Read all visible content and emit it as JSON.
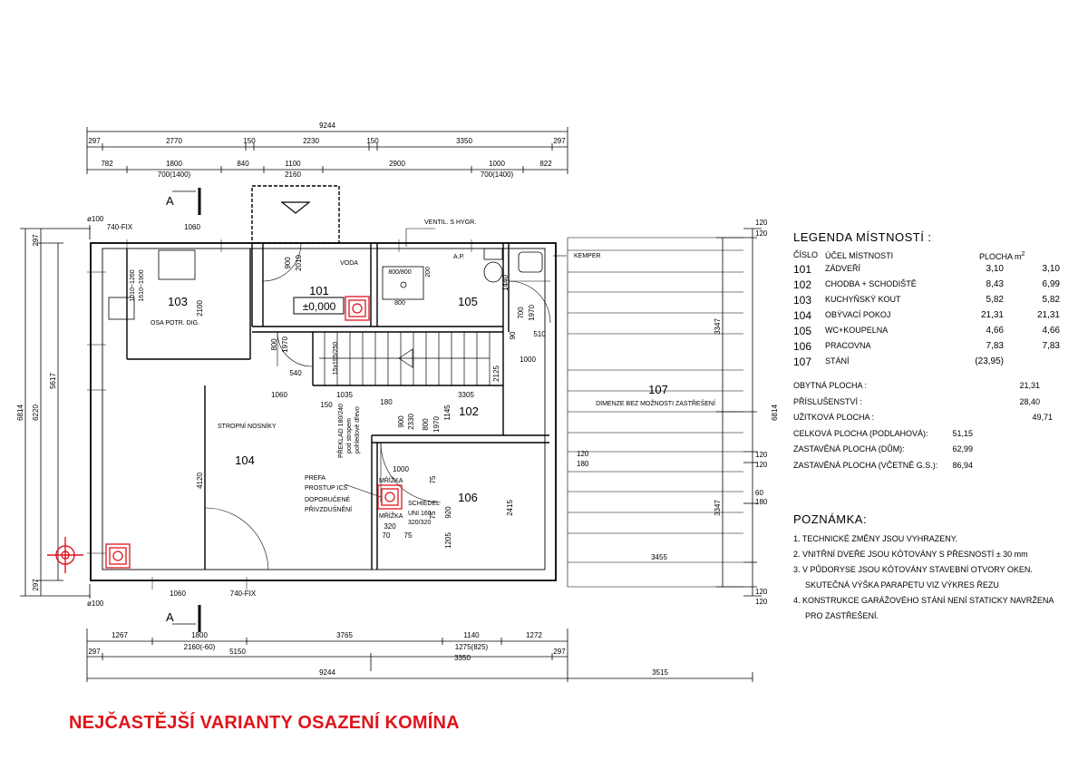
{
  "dims": {
    "top_total": "9244",
    "top_row1": [
      "297",
      "2770",
      "150",
      "2230",
      "150",
      "3350",
      "297"
    ],
    "top_row2": [
      "782",
      "1800",
      "840",
      "1100",
      "2900",
      "1000",
      "822"
    ],
    "top_row2_sub": [
      "700(1400)",
      "2160",
      "700(1400)"
    ],
    "left_outer": "6814",
    "left_mid": "6220",
    "left_inner": "5617",
    "left_small_top": "297",
    "left_small_bottom": "297",
    "right_outer": "6814",
    "right_upper": "3347",
    "right_lower": "3347",
    "right_small": [
      "120",
      "120",
      "120",
      "180",
      "120",
      "120",
      "60",
      "180",
      "120",
      "120"
    ],
    "bottom_row1": [
      "1267",
      "1800",
      "3765",
      "1140",
      "1272"
    ],
    "bottom_row1_sub": [
      "2160(-60)",
      "1275(825)"
    ],
    "bottom_row2": [
      "297",
      "5150",
      "3350",
      "297"
    ],
    "bottom_total": "9244",
    "bottom_extra": "3515",
    "interior": [
      "740-FIX",
      "1060",
      "900",
      "2010",
      "800",
      "1970",
      "540",
      "1060",
      "1035",
      "3305",
      "180",
      "150",
      "900",
      "2330",
      "800",
      "1970",
      "1145",
      "1000",
      "1440",
      "700",
      "1970",
      "510",
      "90",
      "2125",
      "1000",
      "4120",
      "2100",
      "3455",
      "2415",
      "1205",
      "920",
      "320",
      "70",
      "75",
      "75",
      "75",
      "320",
      "180",
      "150",
      "1010~1260",
      "1610~1900",
      "15x195/250",
      "740-FIX",
      "1060",
      "800/800",
      "800",
      "200",
      "1000"
    ],
    "phi_top": "ø100",
    "phi_bottom": "ø100"
  },
  "labels": {
    "section_top": "A",
    "section_bottom": "A",
    "room_101": "101",
    "room_102": "102",
    "room_103": "103",
    "room_104": "104",
    "room_105": "105",
    "room_106": "106",
    "room_107": "107",
    "level": "±0,000",
    "voda": "VODA",
    "ventil": "VENTIL. S HYGR.",
    "ap": "A.P.",
    "kemper": "KEMPER",
    "osa": "OSA POTR. DIG.",
    "stropni": "STROPNÍ NOSNÍKY",
    "preklad": [
      "PŘEKLAD 180/240",
      "pod stropem",
      "pohledové dřevo"
    ],
    "prefa": [
      "PREFA",
      "PROSTUP ICS",
      "DOPORUČENÉ",
      "PŘIVZDUŠNĚNÍ"
    ],
    "mrizka_top": "MŘÍŽKA",
    "mrizka_bottom": "MŘÍŽKA",
    "schiedel": [
      "SCHIEDEL",
      "UNI 160",
      "320/320"
    ],
    "dimenze": "DIMENZE BEZ MOŽNOSTI ZASTŘEŠENÍ"
  },
  "legend": {
    "title": "LEGENDA MÍSTNOSTÍ :",
    "col_num": "ČÍSLO",
    "col_use": "ÚČEL MÍSTNOSTI",
    "col_area": "PLOCHA m",
    "col_area_sup": "2",
    "rooms": [
      {
        "num": "101",
        "name": "ZÁDVEŘÍ",
        "a1": "3,10",
        "a2": "3,10"
      },
      {
        "num": "102",
        "name": "CHODBA + SCHODIŠTĚ",
        "a1": "8,43",
        "a2": "6,99"
      },
      {
        "num": "103",
        "name": "KUCHYŇSKÝ KOUT",
        "a1": "5,82",
        "a2": "5,82"
      },
      {
        "num": "104",
        "name": "OBÝVACÍ POKOJ",
        "a1": "21,31",
        "a2": "21,31"
      },
      {
        "num": "105",
        "name": "WC+KOUPELNA",
        "a1": "4,66",
        "a2": "4,66"
      },
      {
        "num": "106",
        "name": "PRACOVNA",
        "a1": "7,83",
        "a2": "7,83"
      },
      {
        "num": "107",
        "name": "STÁNÍ",
        "a1": "(23,95)",
        "a2": ""
      }
    ]
  },
  "summary": [
    {
      "label": "OBYTNÁ PLOCHA :",
      "value": "21,31",
      "col": "right"
    },
    {
      "label": "PŘÍSLUŠENSTVÍ :",
      "value": "28,40",
      "col": "right"
    },
    {
      "label": "UŽITKOVÁ PLOCHA :",
      "value": "49,71",
      "col": "right2"
    },
    {
      "label": "CELKOVÁ PLOCHA (PODLAHOVÁ):",
      "value": "51,15",
      "col": "mid"
    },
    {
      "label": "ZASTAVĚNÁ PLOCHA (DŮM):",
      "value": "62,99",
      "col": "mid"
    },
    {
      "label": "ZASTAVĚNÁ PLOCHA (VČETNĚ G.S.):",
      "value": "86,94",
      "col": "mid"
    }
  ],
  "notes": {
    "title": "POZNÁMKA:",
    "items": [
      "1. TECHNICKÉ ZMĚNY JSOU VYHRAZENY.",
      "2. VNITŘNÍ DVEŘE JSOU KÓTOVÁNY S PŘESNOSTÍ ± 30 mm",
      "3. V PŮDORYSE JSOU KÓTOVÁNY STAVEBNÍ OTVORY OKEN.",
      "SKUTEČNÁ VÝŠKA PARAPETU VIZ VÝKRES ŘEZU",
      "4. KONSTRUKCE GARÁŽOVÉHO STÁNÍ NENÍ STATICKY NAVRŽENA",
      "PRO ZASTŘEŠENÍ."
    ],
    "indent": [
      false,
      false,
      false,
      true,
      false,
      true
    ]
  },
  "main_title": "NEJČASTĚJŠÍ VARIANTY OSAZENÍ KOMÍNA",
  "colors": {
    "accent": "#e0141b",
    "ink": "#000000",
    "paper": "#ffffff"
  }
}
